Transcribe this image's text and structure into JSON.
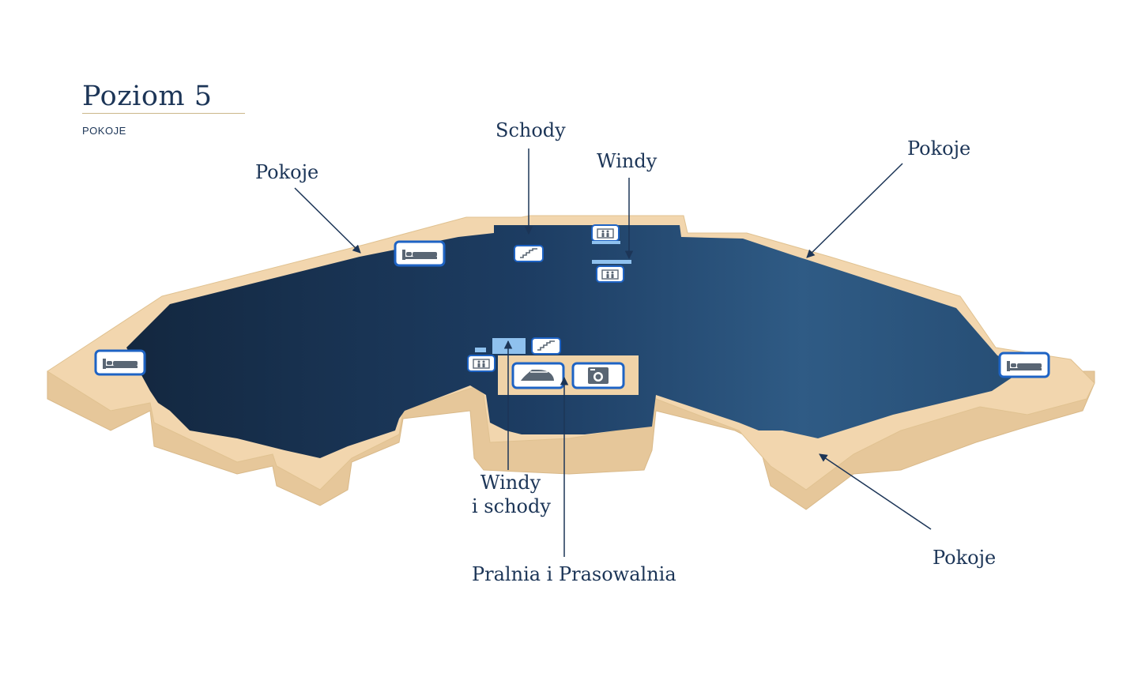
{
  "header": {
    "title": "Poziom 5",
    "subtitle": "POKOJE"
  },
  "labels": {
    "rooms_top_left": "Pokoje",
    "stairs": "Schody",
    "elevators": "Windy",
    "rooms_top_right": "Pokoje",
    "elevators_and_stairs_line1": "Windy",
    "elevators_and_stairs_line2": "i schody",
    "laundry": "Pralnia i Prasowalnia",
    "rooms_bottom_right": "Pokoje"
  },
  "icons": {
    "bed": "bed-icon",
    "stairs": "stairs-icon",
    "elevator": "elevator-icon",
    "iron": "iron-icon",
    "washing_machine": "washing-machine-icon"
  },
  "colors": {
    "floor_dark": "#172d4b",
    "floor_light": "#2e5b86",
    "wall_top": "#f2d6ae",
    "wall_side": "#e8c99c",
    "text": "#1c3557",
    "icon_border": "#1e63c4",
    "stair_block": "#8fc1ee"
  }
}
